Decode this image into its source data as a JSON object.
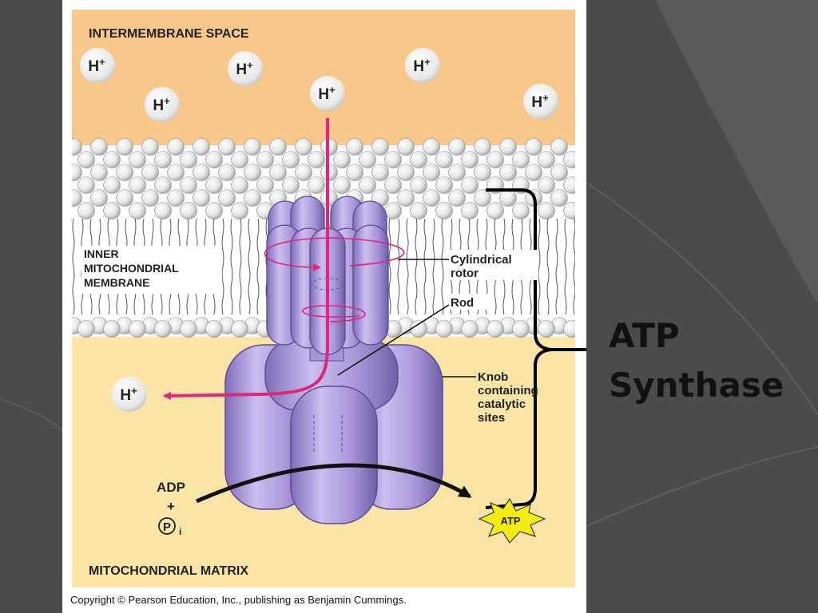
{
  "diagram": {
    "intermembrane_label": "INTERMEMBRANE SPACE",
    "membrane_label_lines": [
      "INNER",
      "MITOCHONDRIAL",
      "MEMBRANE"
    ],
    "matrix_label": "MITOCHONDRIAL MATRIX",
    "proton_label": "H",
    "proton_charge": "+",
    "callout_rotor_lines": [
      "Cylindrical",
      "rotor"
    ],
    "callout_rod": "Rod",
    "callout_knob_lines": [
      "Knob",
      "containing",
      "catalytic",
      "sites"
    ],
    "adp_label": "ADP",
    "plus_sign": "+",
    "phosphate_symbol": "P",
    "phosphate_subscript": "i",
    "atp_label": "ATP",
    "copyright": "Copyright © Pearson Education, Inc., publishing as Benjamin Cummings."
  },
  "slide": {
    "title_lines": [
      "ATP",
      "Synthase"
    ]
  },
  "colors": {
    "intermembrane": "#f7c88a",
    "matrix": "#fbe5a6",
    "protein": "#a895d8",
    "proton_path": "#e0257b",
    "atp_burst": "#f3ec13",
    "slide_bg": "#4e4e4e"
  }
}
